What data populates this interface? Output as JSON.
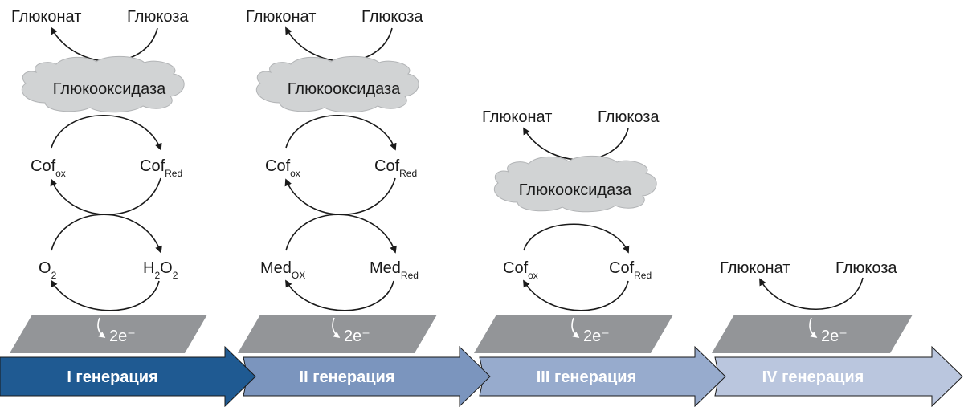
{
  "colors": {
    "electrode": "#939598",
    "cloud": "#d1d3d4",
    "cloud_stroke": "#b2b4b6",
    "arrow_gen1": "#1f5a92",
    "arrow_gen2": "#7b95be",
    "arrow_gen3": "#97abcd",
    "arrow_gen4": "#bac6de"
  },
  "generations": [
    {
      "label": "I генерация",
      "substrate_product": "Глюконат",
      "substrate": "Глюкоза",
      "enzyme": "Глюкооксидаза",
      "cofactor_ox": {
        "base": "Cof",
        "sub": "ox"
      },
      "cofactor_red": {
        "base": "Cof",
        "sub": "Red"
      },
      "mediator_ox": {
        "parts": [
          {
            "t": "O"
          },
          {
            "s": "2"
          }
        ]
      },
      "mediator_red": {
        "parts": [
          {
            "t": "H"
          },
          {
            "s": "2"
          },
          {
            "t": "O"
          },
          {
            "s": "2"
          }
        ]
      },
      "electrons": "2e⁻"
    },
    {
      "label": "II генерация",
      "substrate_product": "Глюконат",
      "substrate": "Глюкоза",
      "enzyme": "Глюкооксидаза",
      "cofactor_ox": {
        "base": "Cof",
        "sub": "ox"
      },
      "cofactor_red": {
        "base": "Cof",
        "sub": "Red"
      },
      "mediator_ox": {
        "parts": [
          {
            "t": "Med"
          },
          {
            "s": "OX"
          }
        ]
      },
      "mediator_red": {
        "parts": [
          {
            "t": "Med"
          },
          {
            "s": "Red"
          }
        ]
      },
      "electrons": "2e⁻"
    },
    {
      "label": "III генерация",
      "substrate_product": "Глюконат",
      "substrate": "Глюкоза",
      "enzyme": "Глюкооксидаза",
      "cofactor_ox": {
        "base": "Cof",
        "sub": "ox"
      },
      "cofactor_red": {
        "base": "Cof",
        "sub": "Red"
      },
      "electrons": "2e⁻"
    },
    {
      "label": "IV генерация",
      "substrate_product": "Глюконат",
      "substrate": "Глюкоза",
      "electrons": "2e⁻"
    }
  ]
}
